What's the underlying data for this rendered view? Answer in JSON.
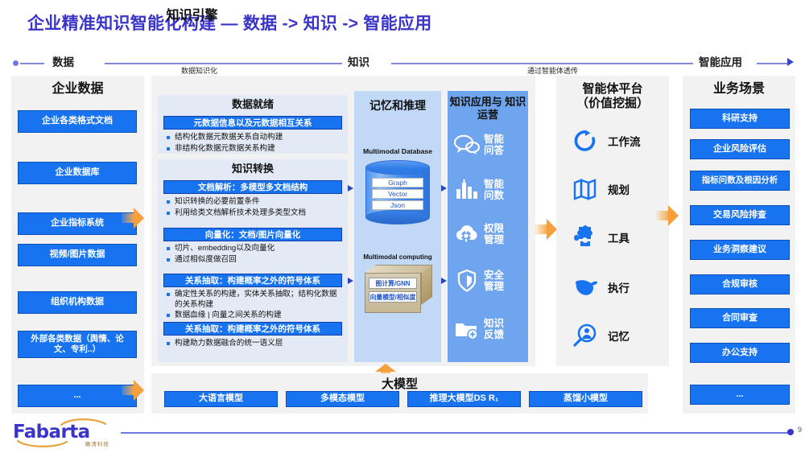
{
  "title": "企业精准知识智能化构建 — 数据 -> 知识 -> 智能应用",
  "phases": {
    "data_label": "数据",
    "data_to_knowledge": "数据知识化",
    "knowledge_label": "知识",
    "knowledge_to_app": "通过智能体透传",
    "app_label": "智能应用"
  },
  "enterprise_data": {
    "title": "企业数据",
    "items": [
      "企业各类格式文档",
      "企业数据库",
      "企业指标系统",
      "视频/图片数据",
      "组织机构数据",
      "外部各类数据（舆情、论文、专利..）",
      "..."
    ]
  },
  "knowledge_engine": {
    "title": "知识引擎",
    "data_ready": {
      "title": "数据就绪",
      "header": "元数据信息以及元数据相互关系",
      "bullets": [
        "结构化数据元数据关系自动构建",
        "非结构化数据元数据关系构建"
      ]
    },
    "knowledge_transform": {
      "title": "知识转换",
      "blocks": [
        {
          "header": "文档解析：多模型多文档结构",
          "bullets": [
            "知识转换的必要前置条件",
            "利用给类文档解析技术处理多类型文档"
          ]
        },
        {
          "header": "向量化：文档/图片向量化",
          "bullets": [
            "切片、embedding以及向量化",
            "通过相似度做召回"
          ]
        },
        {
          "header": "关系抽取：构建概率之外的符号体系",
          "bullets": [
            "确定性关系的构建，实体关系抽取；结构化数据的关系构建",
            "数据血缘 | 向量之间关系的构建"
          ]
        },
        {
          "header": "关系抽取：构建概率之外的符号体系",
          "bullets": [
            "构建助力数据融合的统一语义层"
          ]
        }
      ]
    },
    "memory_reasoning": {
      "title": "记忆和推理",
      "database_caption": "Multimodal Database",
      "database_rows": [
        "Graph",
        "Vector",
        "Json"
      ],
      "computing_caption": "Multimodal computing",
      "computing_rows": [
        "图计算/GNN",
        "向量模型/相似度"
      ]
    },
    "knowledge_app": {
      "title": "知识应用与\n知识运营",
      "items": [
        {
          "label": "智能\n问答",
          "icon": "chat-bubbles-icon"
        },
        {
          "label": "智能\n问数",
          "icon": "bar-chart-icon"
        },
        {
          "label": "权限\n管理",
          "icon": "cloud-gear-icon"
        },
        {
          "label": "安全\n管理",
          "icon": "shield-icon"
        },
        {
          "label": "知识\n反馈",
          "icon": "folder-plus-icon"
        }
      ]
    }
  },
  "agent_platform": {
    "title": "智能体平台\n（价值挖掘）",
    "items": [
      {
        "label": "工作流",
        "icon": "refresh-circle-icon"
      },
      {
        "label": "规划",
        "icon": "map-icon"
      },
      {
        "label": "工具",
        "icon": "puzzle-icon"
      },
      {
        "label": "执行",
        "icon": "hand-pointer-icon"
      },
      {
        "label": "记忆",
        "icon": "search-person-icon"
      }
    ]
  },
  "business_scenarios": {
    "title": "业务场景",
    "items": [
      "科研支持",
      "企业风险评估",
      "指标问数及根因分析",
      "交易风险排查",
      "业务洞察建议",
      "合规审核",
      "合同审查",
      "办公支持",
      "..."
    ]
  },
  "large_model": {
    "title": "大模型",
    "items": [
      "大语言模型",
      "多模态模型",
      "推理大模型DS R₁",
      "蒸馏小模型"
    ]
  },
  "footer": {
    "logo_text": "Fabarta",
    "logo_sub": "瞰清科技",
    "page_number": "9"
  },
  "colors": {
    "brand_blue": "#3a35c8",
    "box_blue": "#1773f0",
    "panel_gray": "#f2f2f2",
    "subpanel_blue": "#e4eaf5",
    "memory_blue": "#c2d8f7",
    "app_blue": "#6fa4ef",
    "arrow_orange": "#f5a03c"
  }
}
